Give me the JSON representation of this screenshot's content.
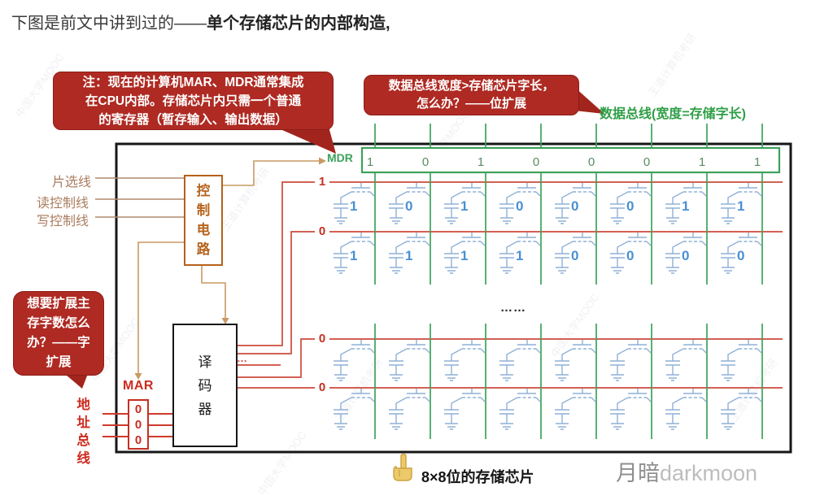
{
  "title": {
    "prefix": "下图是前文中讲到过的——",
    "emphasis": "单个存储芯片的内部构造,"
  },
  "bubbles": {
    "note": {
      "line1": "注：现在的计算机MAR、MDR通常集成",
      "line2": "在CPU内部。存储芯片内只需一个普通",
      "line3": "的寄存器（暂存输入、输出数据）"
    },
    "bit_expand": {
      "line1": "数据总线宽度>存储芯片字长，",
      "line2": "怎么办？——位扩展"
    },
    "word_expand": {
      "line1": "想要扩展主",
      "line2": "存字数怎么",
      "line3": "办？——字",
      "line4": "扩展"
    }
  },
  "labels": {
    "data_bus": "数据总线(宽度=存储字长)",
    "mdr": "MDR",
    "mar": "MAR",
    "chip_select": "片选线",
    "read_ctrl": "读控制线",
    "write_ctrl": "写控制线",
    "control_circuit": "控制电路",
    "decoder": "译码器",
    "address_bus": "地址总线",
    "decoder_ellipsis": "…",
    "grid_ellipsis": "……",
    "caption": "8×8位的存储芯片",
    "credit_cn": "月暗",
    "credit_en": "darkmoon"
  },
  "memory": {
    "mdr_bits": [
      "1",
      "0",
      "1",
      "0",
      "0",
      "0",
      "1",
      "1"
    ],
    "mar_bits": [
      "0",
      "0",
      "0"
    ],
    "rows": [
      {
        "word_label": "1",
        "values": [
          "1",
          "0",
          "1",
          "0",
          "0",
          "0",
          "1",
          "1"
        ]
      },
      {
        "word_label": "0",
        "values": [
          "1",
          "1",
          "1",
          "1",
          "0",
          "0",
          "0",
          "0"
        ]
      },
      {
        "word_label": "0",
        "values": null
      },
      {
        "word_label": "0",
        "values": null
      }
    ]
  },
  "watermarks": [
    "中国大学MOOC",
    "王道计算机考研"
  ],
  "colors": {
    "bubble_red": "#ae2a22",
    "wire_red": "#cd4a3c",
    "green": "#3ca25b",
    "green_text": "#2f9e47",
    "cell_blue": "#8fb0d6",
    "value_blue": "#4a90d2",
    "orange": "#b5621b",
    "routing_tan": "#c79a62",
    "ctl_brown": "#b08a6d"
  }
}
